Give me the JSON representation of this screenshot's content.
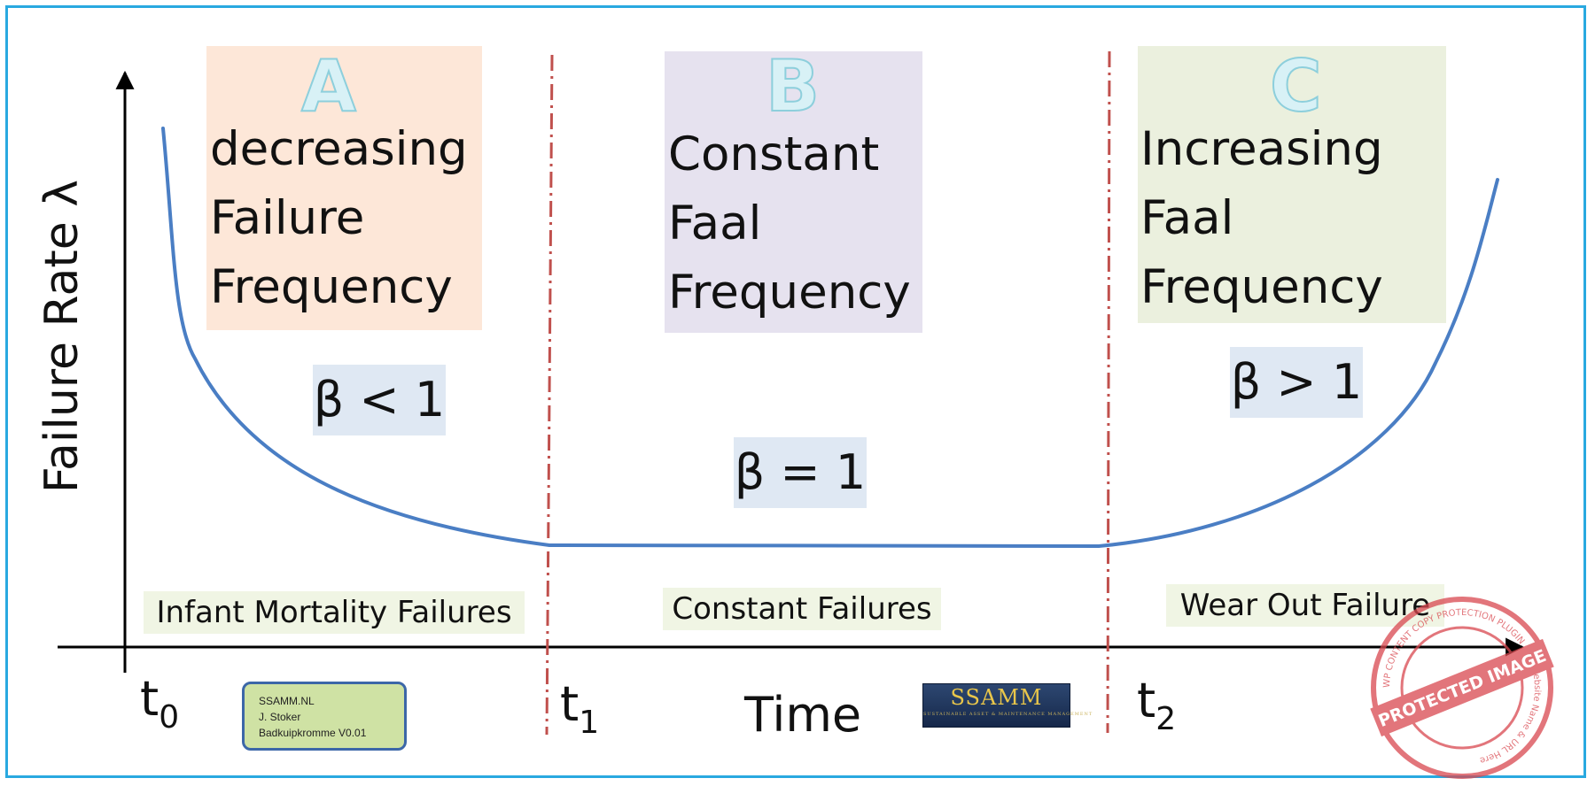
{
  "y_axis_label": "Failure Rate λ",
  "x_axis_label": "Time",
  "time_markers": [
    {
      "base": "t",
      "sub": "0"
    },
    {
      "base": "t",
      "sub": "1"
    },
    {
      "base": "t",
      "sub": "2"
    }
  ],
  "phases": [
    {
      "letter": "A",
      "lines": [
        "decreasing",
        "Failure",
        "Frequency"
      ],
      "beta": "β < 1",
      "category": "Infant Mortality Failures",
      "color": "#fde7d8"
    },
    {
      "letter": "B",
      "lines": [
        "Constant",
        "Faal",
        "Frequency"
      ],
      "beta": "β = 1",
      "category": "Constant Failures",
      "color": "#e6e2ef"
    },
    {
      "letter": "C",
      "lines": [
        "Increasing",
        "Faal",
        "Frequency"
      ],
      "beta": "β > 1",
      "category": "Wear Out Failure",
      "color": "#ebf0de"
    }
  ],
  "info_box": {
    "line1": "SSAMM.NL",
    "line2": "J. Stoker",
    "line3": "Badkuipkromme V0.01"
  },
  "logo": {
    "text": "SSAMM",
    "subtext": "SUSTAINABLE ASSET & MAINTENANCE MANAGEMENT"
  },
  "watermark": {
    "text": "PROTECTED IMAGE",
    "ring_text": "WP CONTENT COPY PROTECTION PLUGIN · My Website Name & URL Here"
  },
  "colors": {
    "curve": "#4a7ec4",
    "divider": "#c0504d",
    "frame": "#29a9e0",
    "stamp": "#d9484f"
  }
}
